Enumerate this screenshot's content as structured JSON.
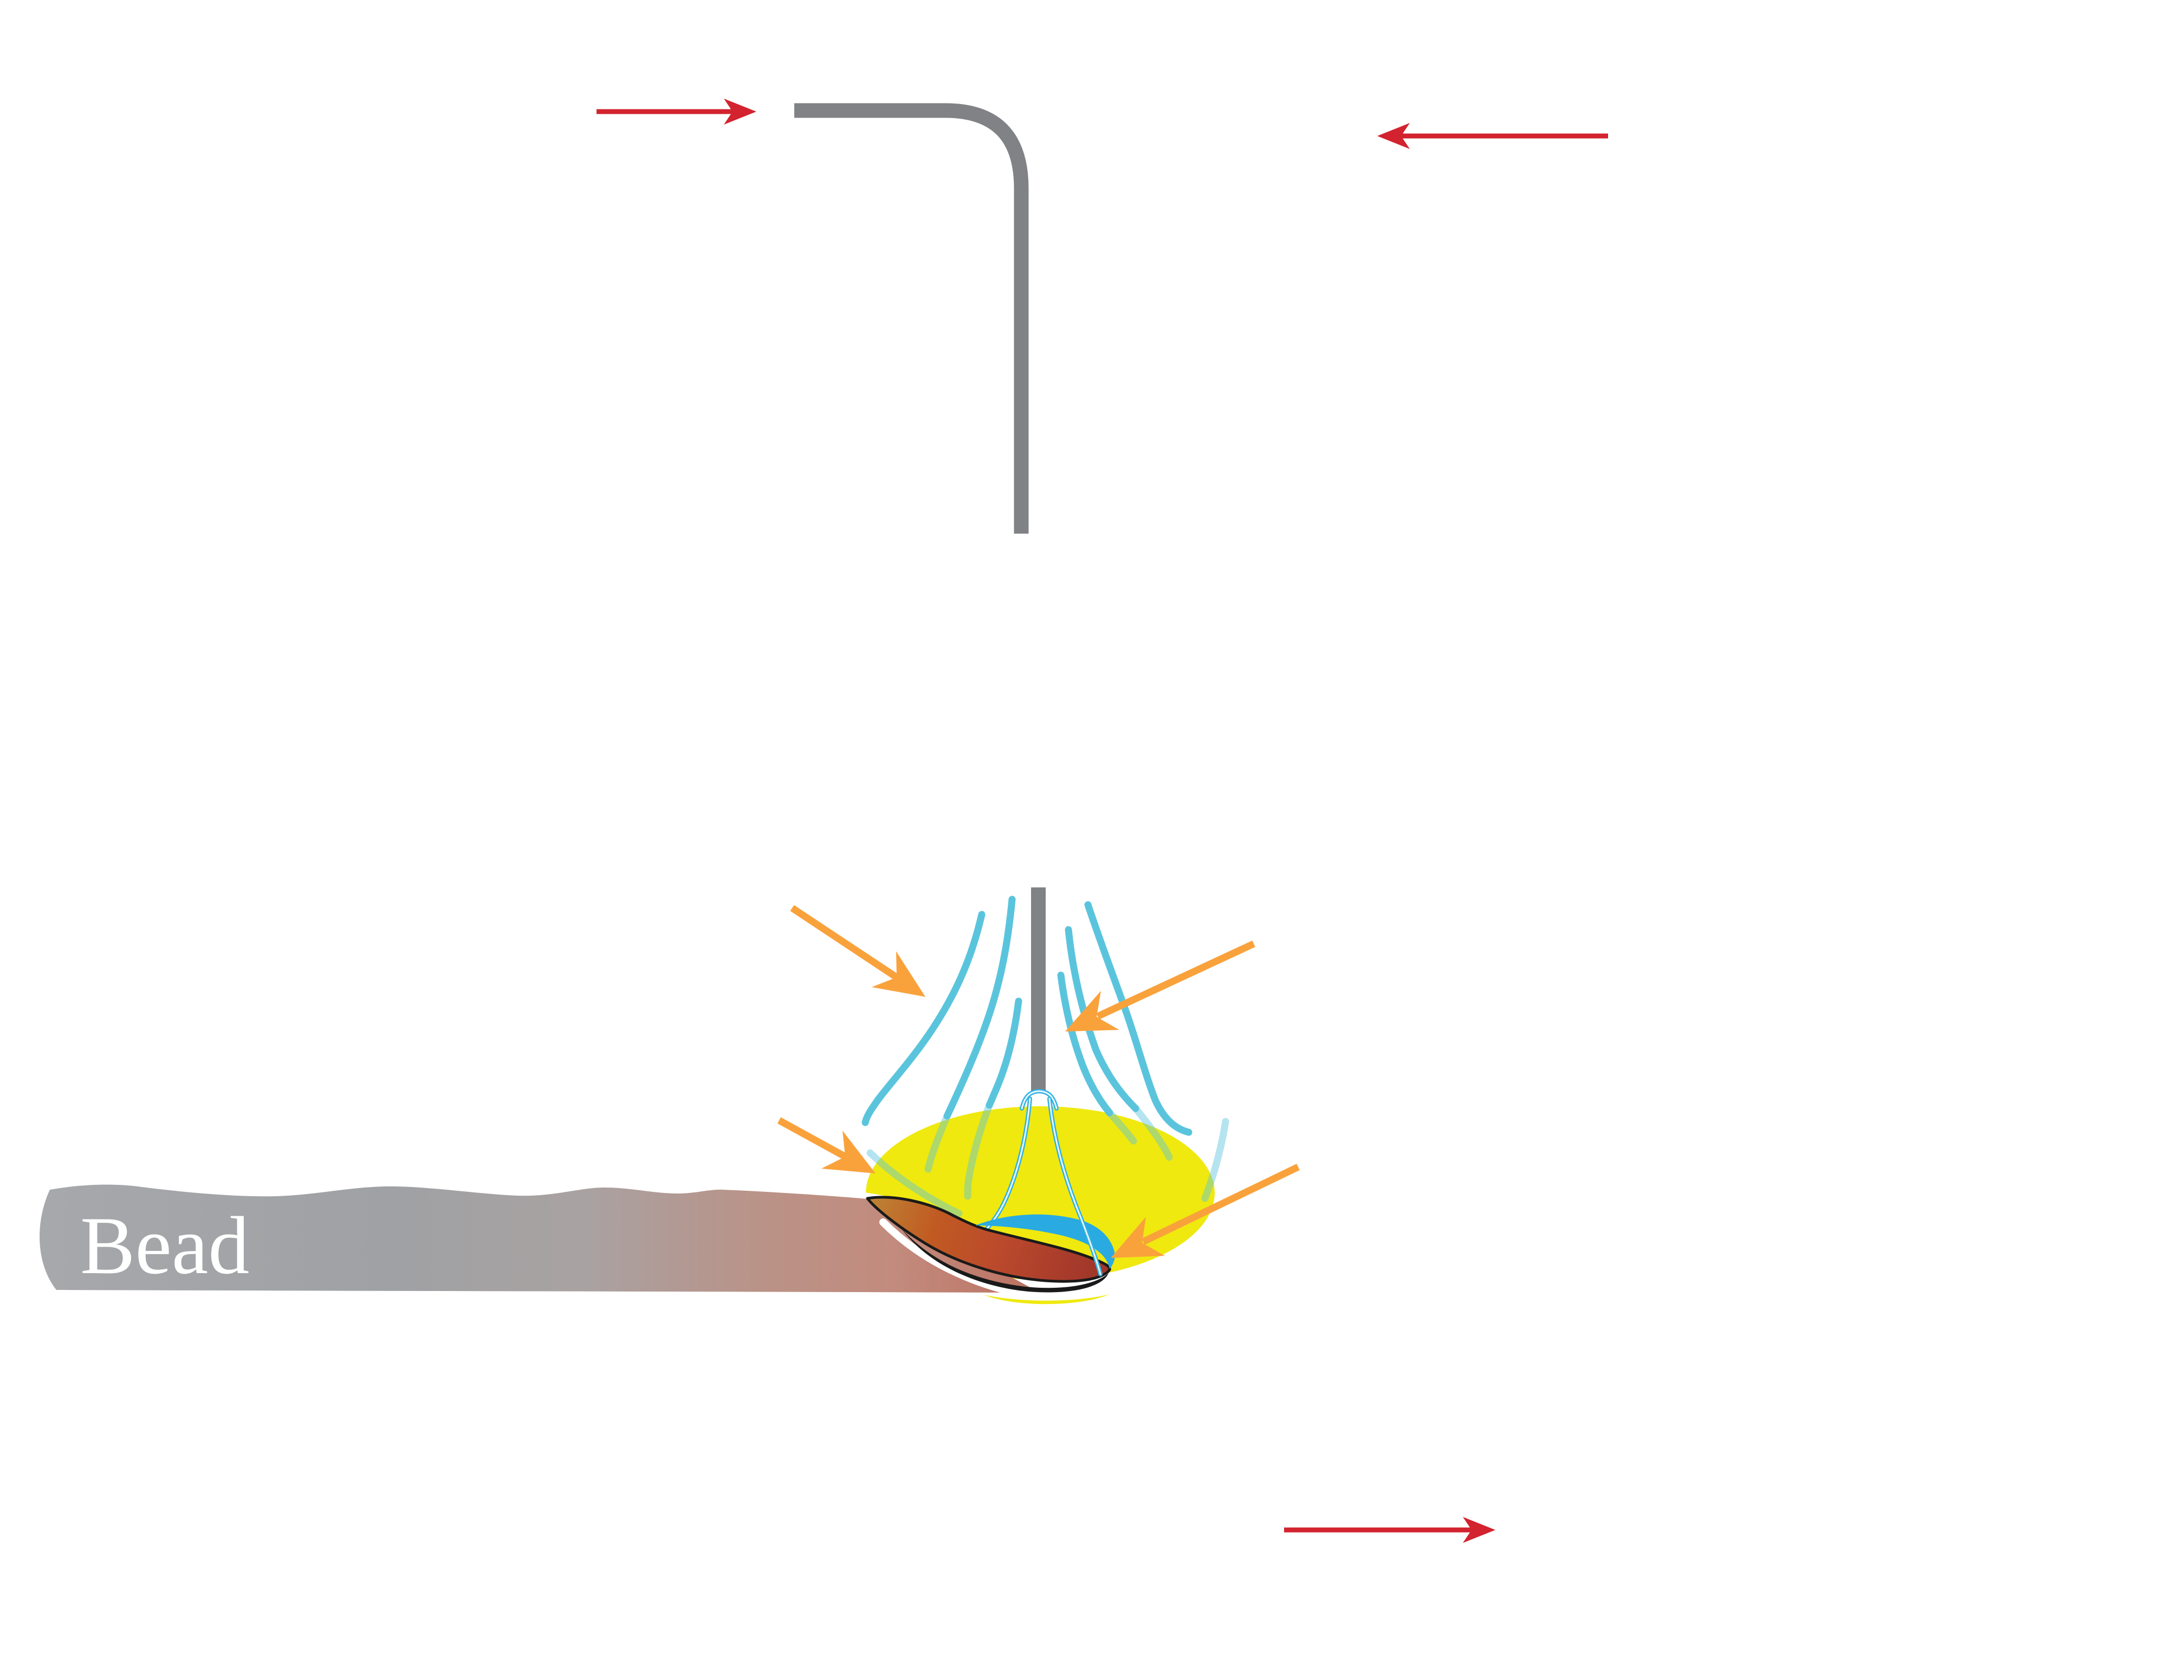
{
  "labels": {
    "bead": "Bead"
  },
  "colors": {
    "background": "#FFFFFF",
    "label_text": "#FFFFFF",
    "travel_arrow": "#D2232F",
    "callout_arrow": "#F9A23C",
    "gas_line": "#5BC4DD",
    "arc_cyan": "#2FB1E5",
    "pool_cyan": "#29ABE2",
    "flame_yellow": "#EFE90F",
    "rod_gray": "#808285",
    "bead_gray": "#A6A8AB",
    "bead_hot_pink": "#BC7262",
    "pool_amber": "#BD8234",
    "pool_dark_red": "#9E362A",
    "outline_black": "#1A1A1A"
  },
  "arrows": {
    "red": [
      {
        "name": "top-left",
        "direction": "right"
      },
      {
        "name": "top-right",
        "direction": "left"
      },
      {
        "name": "bottom-right",
        "direction": "right"
      }
    ],
    "orange_callouts": [
      {
        "name": "upper-left",
        "direction": "down-right"
      },
      {
        "name": "upper-right",
        "direction": "down-left"
      },
      {
        "name": "lower-left",
        "direction": "down-right"
      },
      {
        "name": "lower-right",
        "direction": "down-left"
      }
    ]
  }
}
